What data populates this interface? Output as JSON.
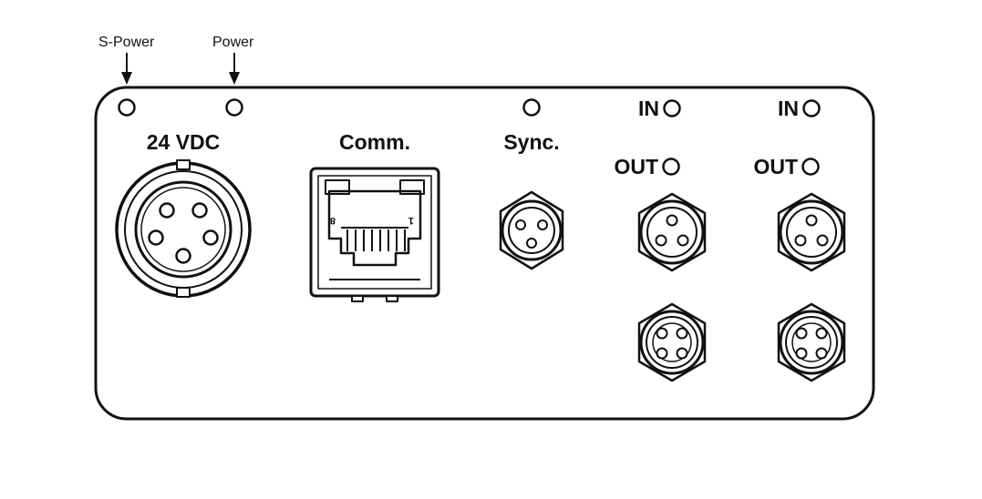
{
  "colors": {
    "line": "#111111",
    "background": "#ffffff"
  },
  "external_labels": {
    "s_power": "S-Power",
    "power": "Power"
  },
  "panel_labels": {
    "vdc": "24 VDC",
    "comm": "Comm.",
    "sync": "Sync.",
    "in_1": "IN",
    "out_1": "OUT",
    "in_2": "IN",
    "out_2": "OUT"
  },
  "rj45_markings": {
    "pin_8": "8",
    "pin_1": "1"
  }
}
